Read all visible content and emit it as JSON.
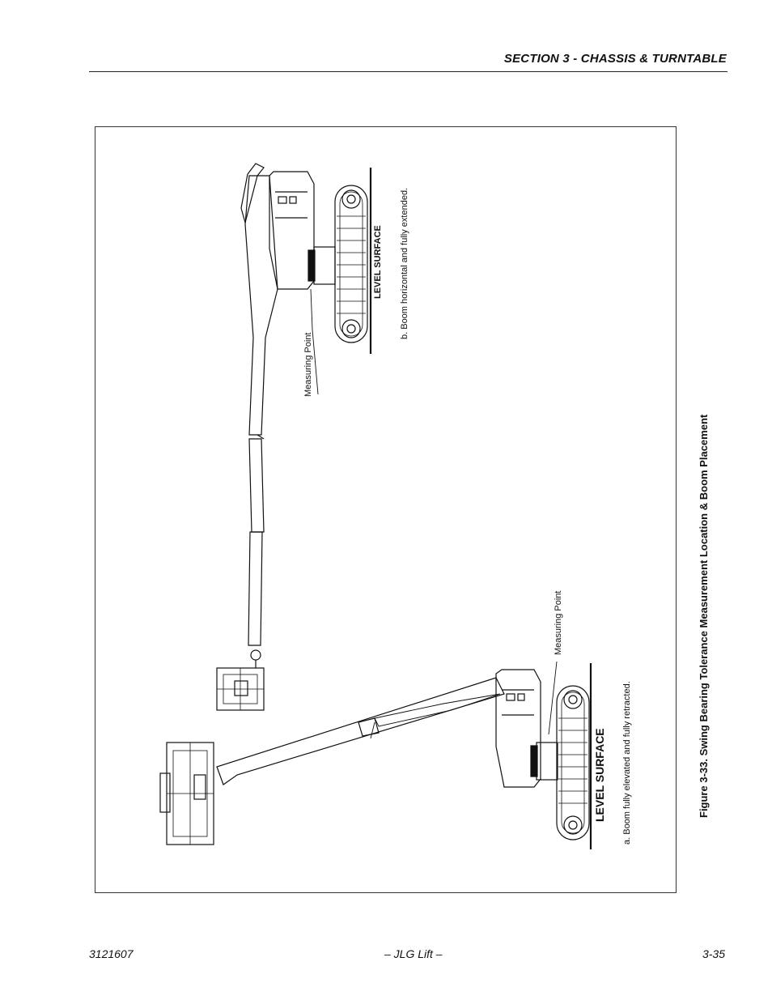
{
  "header": {
    "title": "SECTION 3 - CHASSIS & TURNTABLE"
  },
  "figure": {
    "caption": "Figure 3-33.  Swing Bearing Tolerance Measurement Location & Boom Placement",
    "view_a": {
      "surface_label": "LEVEL SURFACE",
      "callout": "Measuring Point",
      "description": "a. Boom fully elevated and fully retracted."
    },
    "view_b": {
      "surface_label": "LEVEL SURFACE",
      "callout": "Measuring Point",
      "description": "b. Boom horizontal and fully extended."
    }
  },
  "footer": {
    "doc_number": "3121607",
    "center": "– JLG Lift –",
    "page": "3-35"
  }
}
